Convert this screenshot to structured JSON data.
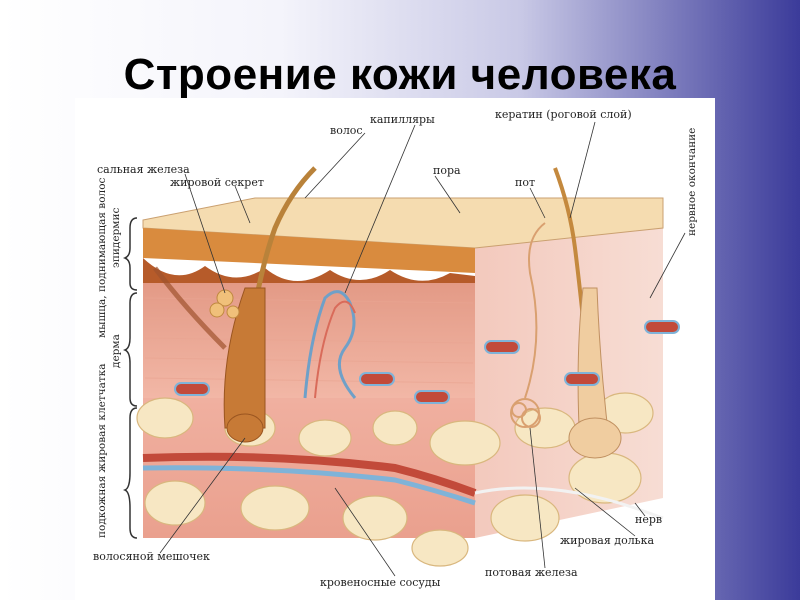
{
  "title": "Строение кожи человека",
  "labels": {
    "hair": "волос",
    "capillaries": "капилляры",
    "keratin": "кератин (роговой слой)",
    "sebaceous_gland": "сальная железа",
    "sebum": "жировой секрет",
    "pore": "пора",
    "sweat": "пот",
    "nerve_ending": "нервное окончание",
    "arrector_muscle": "мышца, поднимающая волос",
    "epidermis": "эпидермис",
    "dermis": "дерма",
    "subcutaneous": "подкожная жировая клетчатка",
    "hair_follicle": "волосяной мешочек",
    "blood_vessels": "кровеносные сосуды",
    "sweat_gland": "потовая железа",
    "fat_lobule": "жировая долька",
    "nerve": "нерв"
  }
}
